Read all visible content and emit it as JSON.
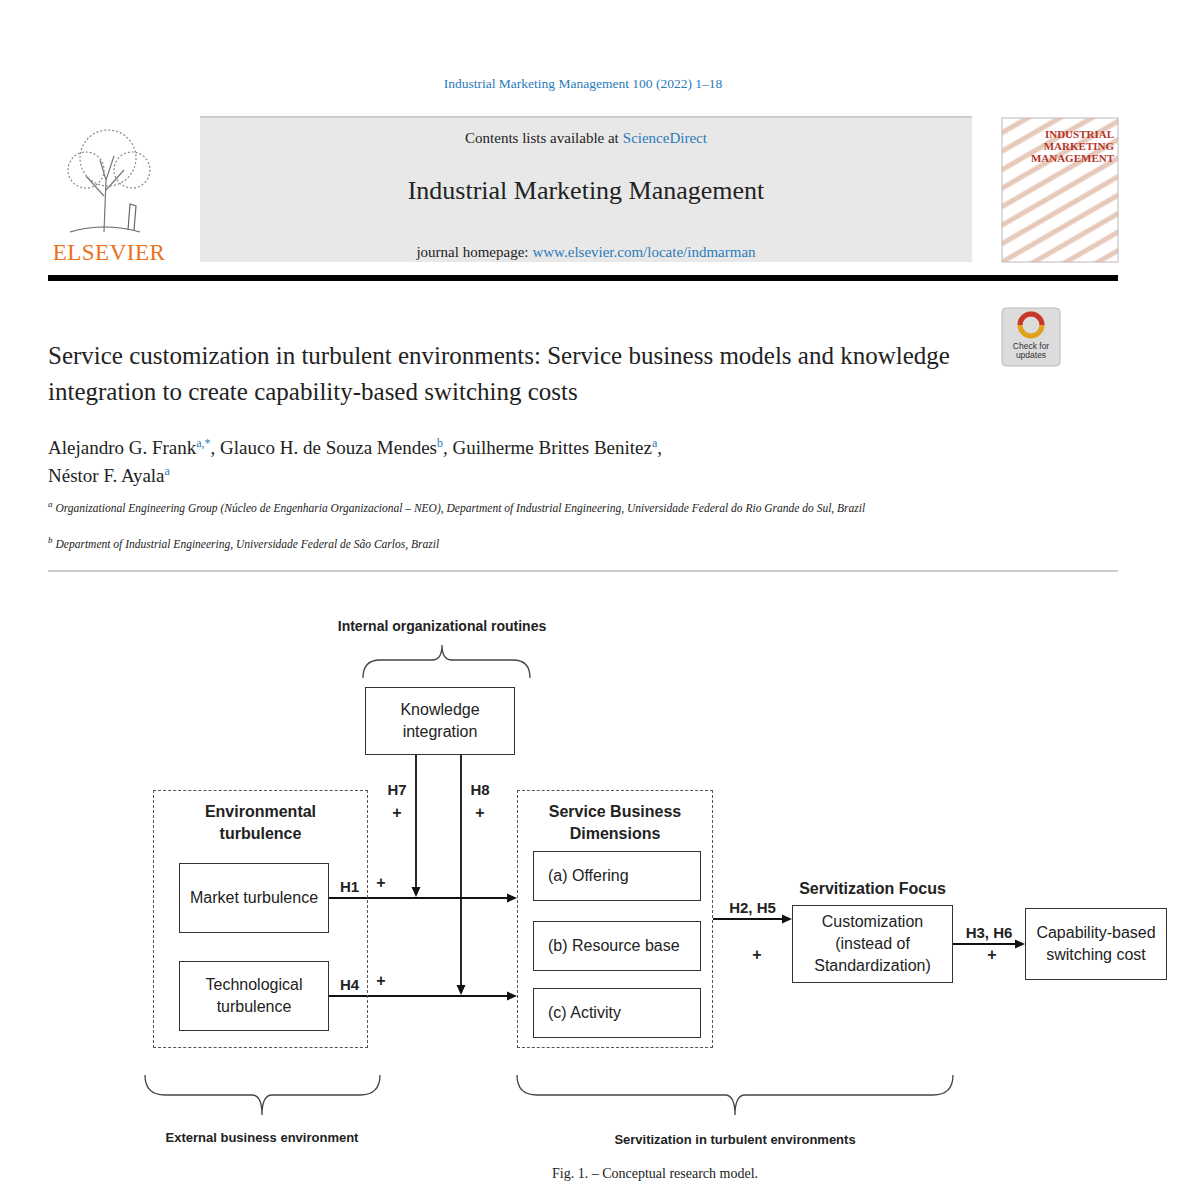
{
  "diagram": {
    "title": "Service customization in turbulent environments: Service business models and knowledge integration to create capability-based switching costs",
    "caption": "Fig. 1. – Conceptual research model.",
    "nodes": [
      {
        "text": [
          "Knowledge integration"
        ]
      },
      {
        "text": [
          "Environmental turbulence"
        ]
      },
      {
        "text": [
          "Market turbulence"
        ],
        "in": 1
      },
      {
        "text": [
          "Technological turbulence"
        ],
        "in": 1
      },
      {
        "text": [
          "Service Business Dimensions"
        ]
      },
      {
        "text": [
          "(a) Offering"
        ],
        "in": 4
      },
      {
        "text": [
          "(b) Resource base"
        ],
        "in": 4
      },
      {
        "text": [
          "(c) Activity"
        ],
        "in": 4
      },
      {
        "text": [
          "Servitization Focus",
          "Customization (instead of Standardization)"
        ]
      },
      {
        "text": [
          "Capability-based switching cost"
        ]
      }
    ],
    "edges": [
      {
        "from": 2,
        "to": 4,
        "arrow": "to",
        "label": "H1"
      },
      {
        "from": 3,
        "to": 4,
        "arrow": "to",
        "label": "H4"
      },
      {
        "from": 4,
        "to": 8,
        "arrow": "to",
        "label": "H2, H5"
      },
      {
        "from": 8,
        "to": 9,
        "arrow": "to",
        "label": "H3, H6"
      }
    ],
    "labels": [
      "Industrial Marketing Management 100 (2022) 1–18",
      "Contents lists available at",
      "ScienceDirect",
      "Industrial Marketing Management",
      "journal homepage:",
      "www.elsevier.com/locate/indmarman",
      "ELSEVIER",
      "INDUSTRIAL MARKETING MANAGEMENT",
      "Check for updates",
      "Alejandro G. Frank",
      "a,*",
      ", Glauco H. de Souza Mendes",
      "b",
      ", Guilherme Brittes Benitez",
      "a",
      ",",
      "Néstor F. Ayala",
      "a",
      "a",
      "Organizational Engineering Group (Núcleo de Engenharia Organizacional – NEO), Department of Industrial Engineering, Universidade Federal do Rio Grande do Sul, Brazil",
      "b",
      "Department of Industrial Engineering, Universidade Federal de São Carlos, Brazil",
      "Internal organizational routines",
      "H7",
      "+",
      "H8",
      "+",
      "+",
      "+",
      "+",
      "+",
      "External business environment",
      "Servitization in turbulent environments"
    ]
  }
}
